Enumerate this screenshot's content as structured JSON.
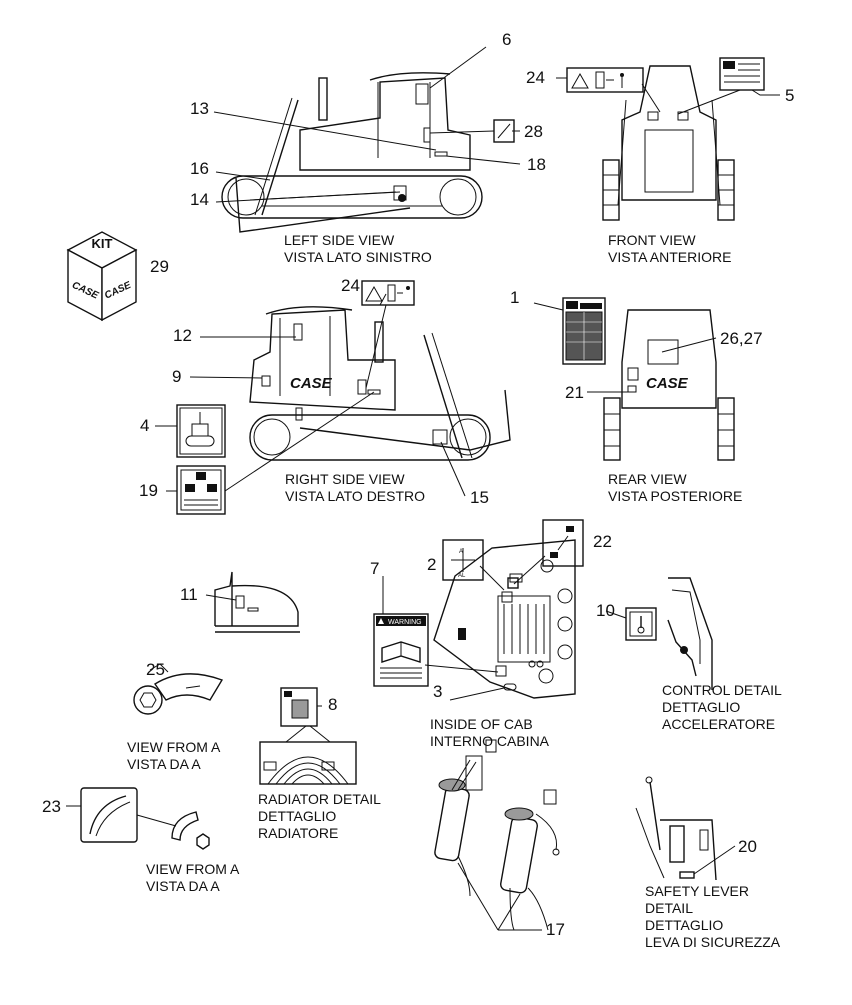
{
  "captions": {
    "left_side_1": "LEFT SIDE VIEW",
    "left_side_2": "VISTA LATO SINISTRO",
    "front_1": "FRONT VIEW",
    "front_2": "VISTA ANTERIORE",
    "right_side_1": "RIGHT SIDE VIEW",
    "right_side_2": "VISTA LATO DESTRO",
    "rear_1": "REAR VIEW",
    "rear_2": "VISTA POSTERIORE",
    "view_a_top_1": "VIEW FROM A",
    "view_a_top_2": "VISTA DA A",
    "radiator_1": "RADIATOR DETAIL",
    "radiator_2": "DETTAGLIO",
    "radiator_3": "RADIATORE",
    "cab_1": "INSIDE OF CAB",
    "cab_2": "INTERNO CABINA",
    "control_1": "CONTROL  DETAIL",
    "control_2": "DETTAGLIO",
    "control_3": "ACCELERATORE",
    "view_a_bottom_1": "VIEW FROM A",
    "view_a_bottom_2": "VISTA DA A",
    "safety_1": "SAFETY LEVER",
    "safety_2": "DETAIL",
    "safety_3": "DETTAGLIO",
    "safety_4": "LEVA DI SICUREZZA"
  },
  "callouts": {
    "c1": "1",
    "c2": "2",
    "c3": "3",
    "c4": "4",
    "c5": "5",
    "c6": "6",
    "c7": "7",
    "c8": "8",
    "c9": "9",
    "c10": "10",
    "c11": "11",
    "c12": "12",
    "c13": "13",
    "c14": "14",
    "c15": "15",
    "c16": "16",
    "c17": "17",
    "c18": "18",
    "c19": "19",
    "c20": "20",
    "c21": "21",
    "c22": "22",
    "c23": "23",
    "c24a": "24",
    "c24b": "24",
    "c25": "25",
    "c26": "26,27",
    "c28": "28",
    "c29": "29"
  },
  "decal_text": {
    "kit": "KIT",
    "brand": "CASE",
    "warning": "WARNING"
  },
  "icons": [
    "kit-box-icon",
    "warning-triangle-icon",
    "manual-book-icon",
    "exit-person-icon"
  ],
  "colors": {
    "line": "#111111",
    "background": "#ffffff",
    "shade": "#9a9a9a"
  }
}
